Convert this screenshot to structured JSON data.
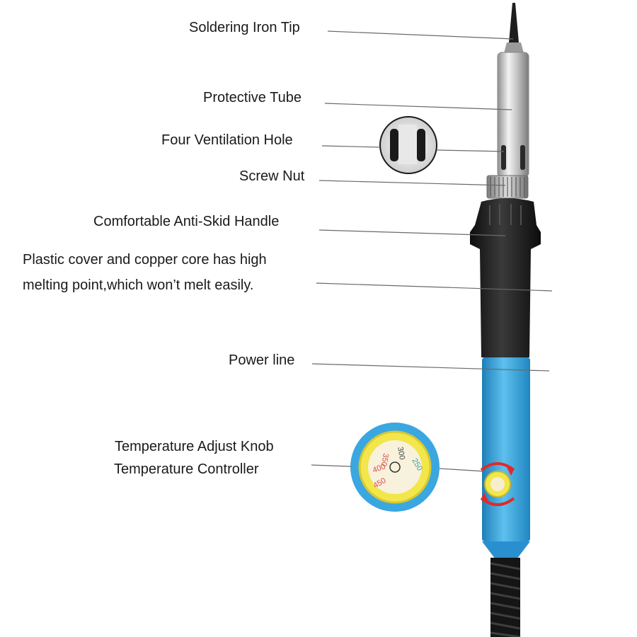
{
  "labels": {
    "tip": "Soldering Iron Tip",
    "tube": "Protective Tube",
    "vent": "Four Ventilation Hole",
    "nut": "Screw Nut",
    "handle": "Comfortable Anti-Skid Handle",
    "cover_line1": "Plastic cover and copper core has high",
    "cover_line2": "melting point,which won’t melt easily.",
    "power": "Power line",
    "knob_line1": "Temperature Adjust Knob",
    "knob_line2": "Temperature Controller"
  },
  "dial_scale": [
    "250",
    "300",
    "350",
    "400",
    "450"
  ],
  "colors": {
    "barrel_blue": "#3aa7e0",
    "handle_black": "#1c1c1c",
    "dial_yellow": "#f2e64a",
    "arrow_red": "#e02a2a",
    "leader_gray": "#6a6a6a"
  }
}
